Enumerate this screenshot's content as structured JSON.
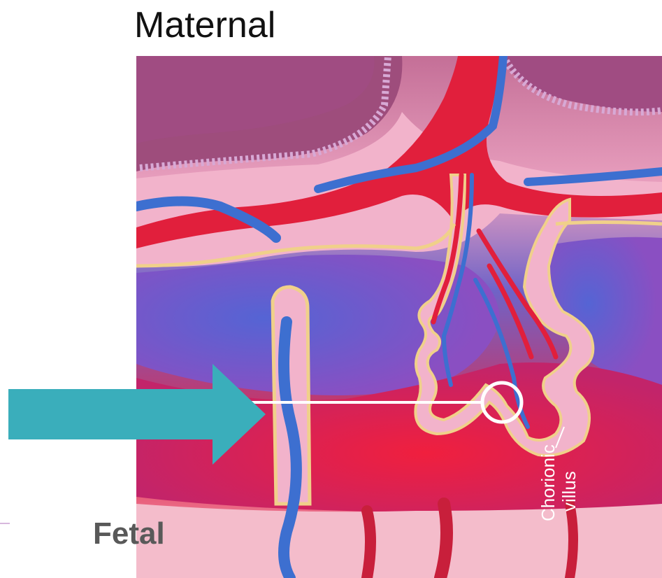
{
  "title": "Maternal",
  "bottom_label": "Fetal",
  "callout": {
    "line1": "Chorionic",
    "line2": "villus"
  },
  "colors": {
    "arrow": "#3aaebb",
    "maternal_blood": "#e3213e",
    "venous_blood": "#3d6fd0",
    "tissue_pink": "#f1a9c2",
    "villus_outline": "#f0d08a"
  }
}
